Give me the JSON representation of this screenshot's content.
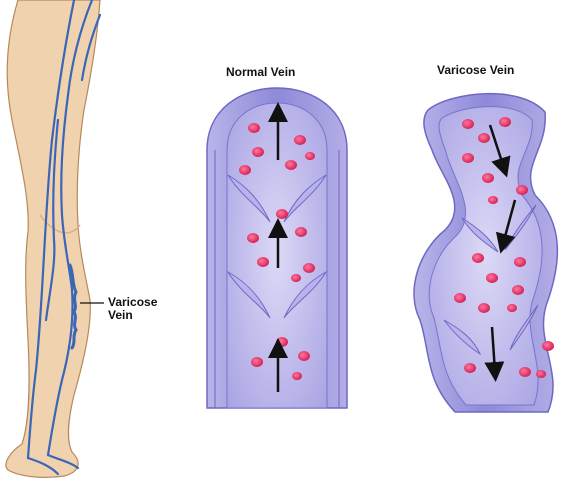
{
  "labels": {
    "normal_vein": "Normal Vein",
    "varicose_vein": "Varicose Vein",
    "leg_label_line1": "Varicose",
    "leg_label_line2": "Vein"
  },
  "colors": {
    "skin": "#f1d2ae",
    "skin_outline": "#b6895c",
    "vein_blue": "#3a66b8",
    "vein_wall": "#8b86d6",
    "vein_inner": "#c7c3ef",
    "blood_cell": "#e2245a",
    "arrow": "#111111"
  },
  "icons": [
    "leg-illustration",
    "normal-vein-diagram",
    "varicose-vein-diagram",
    "flow-arrow-icon",
    "blood-cell-icon"
  ]
}
